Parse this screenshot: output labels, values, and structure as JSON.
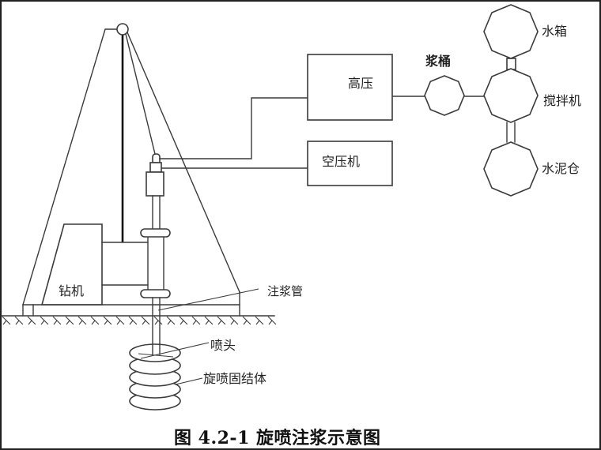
{
  "figure": {
    "title": "图 4.2-1 旋喷注浆示意图",
    "stroke_color": "#3a3a3a",
    "text_color": "#222222",
    "border_color": "#222222",
    "background": "#ffffff"
  },
  "labels": {
    "high_pressure_pump": "高压",
    "air_compressor": "空压机",
    "slurry_tank": "浆桶",
    "water_tank": "水箱",
    "mixer": "搅拌机",
    "cement_silo": "水泥仓",
    "drilling_rig": "钻机",
    "grout_pipe": "注浆管",
    "nozzle": "喷头",
    "grout_body": "旋喷固结体"
  }
}
